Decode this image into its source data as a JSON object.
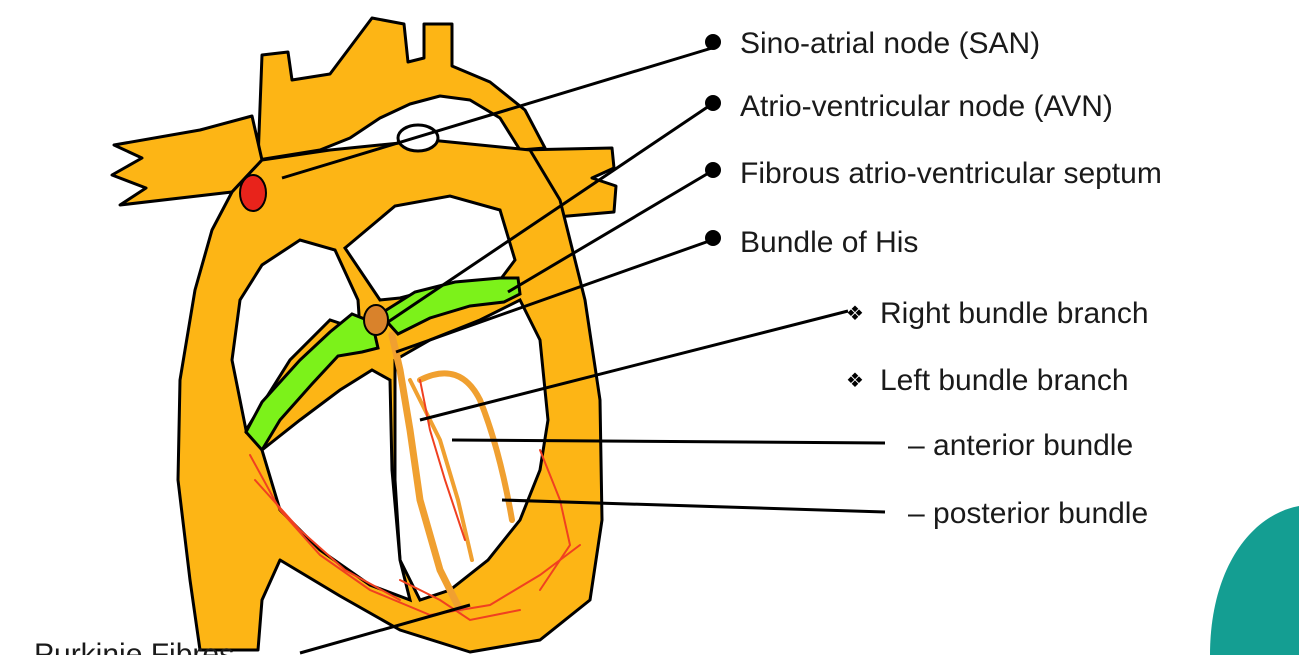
{
  "labels": {
    "san": "Sino-atrial node (SAN)",
    "avn": "Atrio-ventricular node (AVN)",
    "septum": "Fibrous atrio-ventricular septum",
    "his": "Bundle of His",
    "right_branch": "Right bundle branch",
    "left_branch": "Left bundle branch",
    "anterior": "– anterior bundle",
    "posterior": "– posterior bundle",
    "purkinje": "Purkinje Fibres"
  },
  "colors": {
    "heart": "#FDB515",
    "heart_inner": "#FFC44A",
    "septum_green": "#7CF21A",
    "node_red": "#E8231B",
    "node_avn": "#D9822B",
    "conduction": "#F0A030",
    "purkinje_line": "#F04020",
    "accent_teal": "#149E92",
    "line": "#000000"
  }
}
